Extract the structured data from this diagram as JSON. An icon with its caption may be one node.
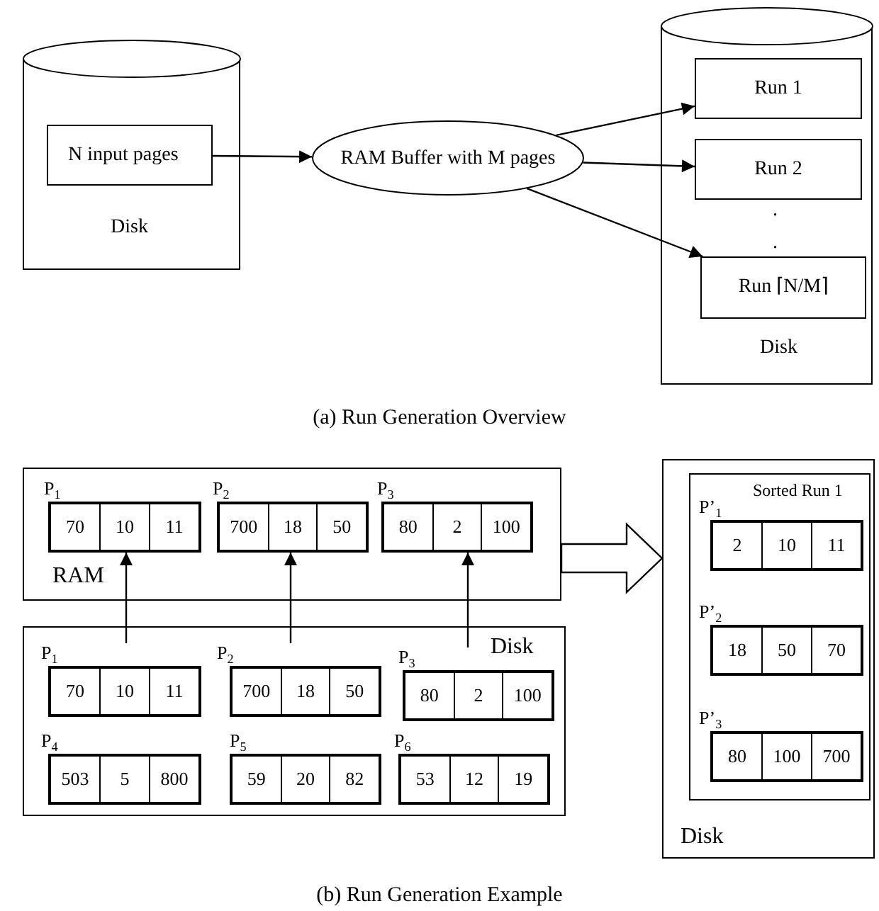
{
  "diagram": {
    "nodes": [
      {
        "text": [
          "Disk"
        ]
      },
      {
        "text": [
          "N input pages"
        ],
        "in": 0
      },
      {
        "text": [
          "RAM Buffer with M pages"
        ]
      },
      {
        "text": [
          "Disk"
        ]
      },
      {
        "text": [
          "Run 1"
        ],
        "in": 3
      },
      {
        "text": [
          "Run 2"
        ],
        "in": 3
      },
      {
        "text": [
          "Run ⌈N/M⌉"
        ],
        "in": 3
      },
      {
        "text": [
          "RAM"
        ]
      },
      {
        "text": [
          "P$_{1}$",
          "70",
          "10",
          "11"
        ],
        "in": 7
      },
      {
        "text": [
          "P$_{2}$",
          "700",
          "18",
          "50"
        ],
        "in": 7
      },
      {
        "text": [
          "P$_{3}$",
          "80",
          "2",
          "100"
        ],
        "in": 7
      },
      {
        "text": [
          "Disk"
        ]
      },
      {
        "text": [
          "P$_{1}$",
          "70",
          "10",
          "11"
        ],
        "in": 11
      },
      {
        "text": [
          "P$_{2}$",
          "700",
          "18",
          "50"
        ],
        "in": 11
      },
      {
        "text": [
          "P$_{3}$",
          "80",
          "2",
          "100"
        ],
        "in": 11
      },
      {
        "text": [
          "P$_{4}$",
          "503",
          "5",
          "800"
        ],
        "in": 11
      },
      {
        "text": [
          "P$_{5}$",
          "59",
          "20",
          "82"
        ],
        "in": 11
      },
      {
        "text": [
          "P$_{6}$",
          "53",
          "12",
          "19"
        ],
        "in": 11
      },
      {
        "text": [
          "Disk"
        ]
      },
      {
        "text": [
          "Sorted Run 1"
        ],
        "in": 18
      },
      {
        "text": [
          "P’$_{1}$",
          "2",
          "10",
          "11"
        ],
        "in": 19
      },
      {
        "text": [
          "P’$_{2}$",
          "18",
          "50",
          "70"
        ],
        "in": 19
      },
      {
        "text": [
          "P’$_{3}$",
          "80",
          "100",
          "700"
        ],
        "in": 19
      }
    ],
    "edges": [
      {
        "from": 1,
        "to": 2,
        "arrow": "to"
      },
      {
        "from": 2,
        "to": 4,
        "arrow": "to"
      },
      {
        "from": 2,
        "to": 5,
        "arrow": "to"
      },
      {
        "from": 2,
        "to": 6,
        "arrow": "to"
      },
      {
        "from": 12,
        "to": 8,
        "arrow": "to"
      },
      {
        "from": 13,
        "to": 9,
        "arrow": "to"
      },
      {
        "from": 14,
        "to": 10,
        "arrow": "to"
      },
      {
        "from": 7,
        "to": 18,
        "arrow": "to",
        "style": "thick"
      }
    ],
    "labels": [
      ".",
      ".",
      "(a)  Run Generation Overview",
      "(b)  Run Generation Example"
    ]
  }
}
